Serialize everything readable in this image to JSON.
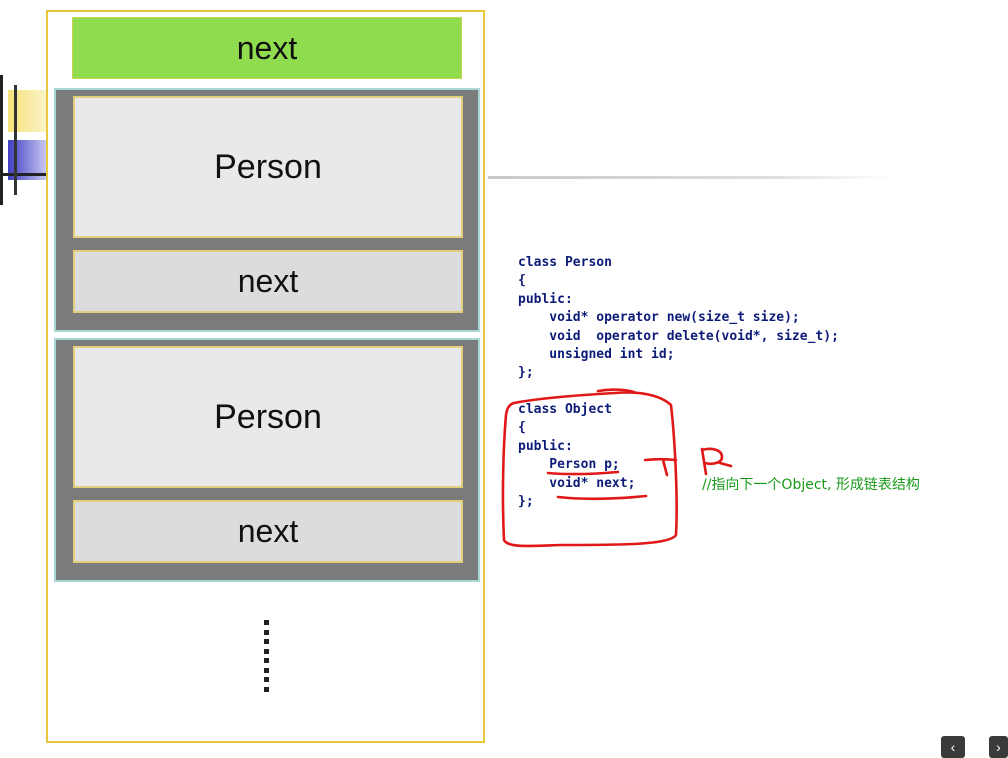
{
  "diagram": {
    "top_label": "next",
    "blocks": [
      {
        "person_label": "Person",
        "next_label": "next"
      },
      {
        "person_label": "Person",
        "next_label": "next"
      }
    ]
  },
  "code": {
    "person_class": "class Person\n{\npublic:\n    void* operator new(size_t size);\n    void  operator delete(void*, size_t);\n    unsigned int id;\n};",
    "object_class": "class Object\n{\npublic:\n    Person p;\n    void* next;\n};",
    "comment": "//指向下一个Object, 形成链表结构"
  },
  "annotation": {
    "handwritten": "P"
  },
  "nav": {
    "prev_icon": "chevron-left-icon",
    "next_icon": "chevron-right-icon",
    "prev_glyph": "‹",
    "next_glyph": "›"
  }
}
